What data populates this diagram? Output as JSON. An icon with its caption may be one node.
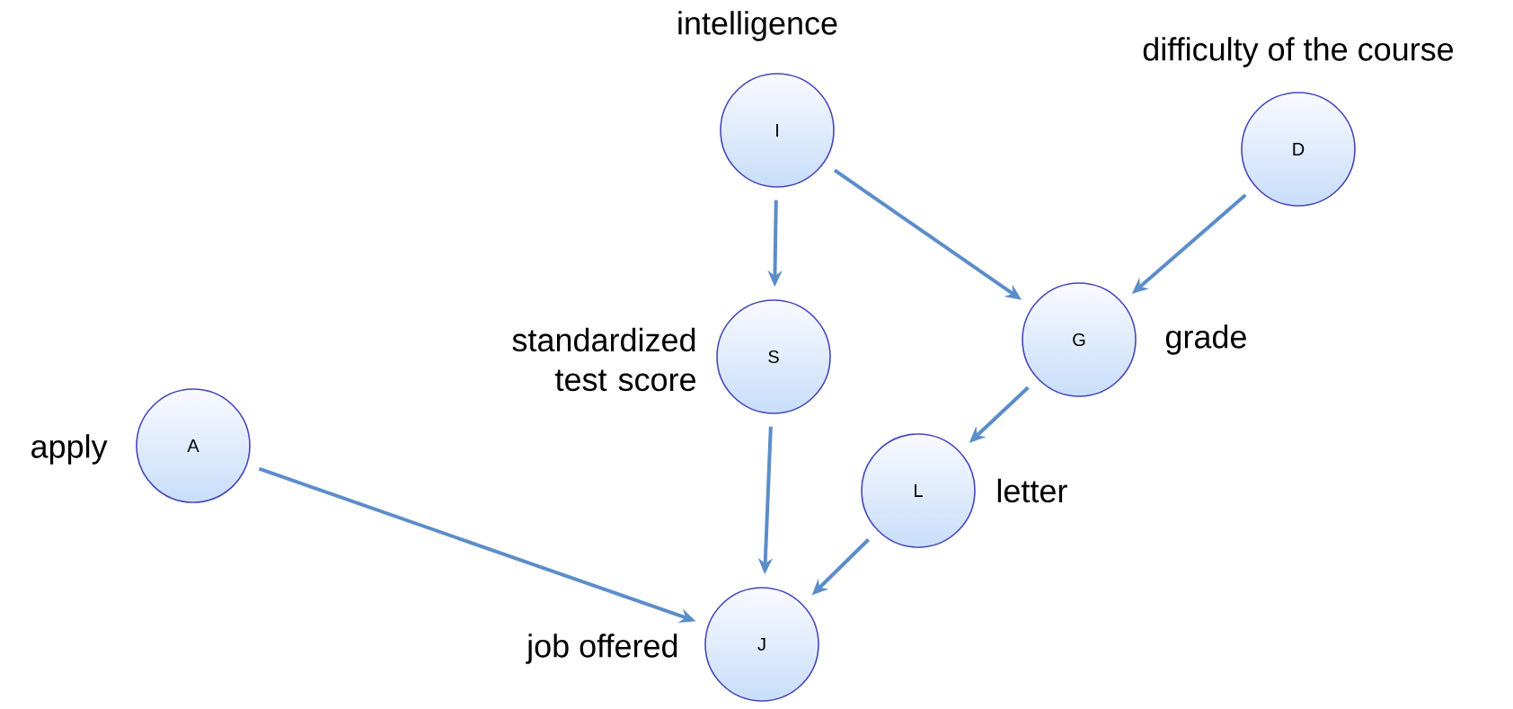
{
  "diagram": {
    "nodes": [
      {
        "text": [
          "I"
        ],
        "beside": [
          "intelligence"
        ]
      },
      {
        "text": [
          "D"
        ],
        "beside": [
          "difficulty of the course"
        ]
      },
      {
        "text": [
          "S"
        ],
        "beside": [
          "standardized test score"
        ]
      },
      {
        "text": [
          "G"
        ],
        "beside": [
          "grade"
        ]
      },
      {
        "text": [
          "A"
        ],
        "beside": [
          "apply"
        ]
      },
      {
        "text": [
          "L"
        ],
        "beside": [
          "letter"
        ]
      },
      {
        "text": [
          "J"
        ],
        "beside": [
          "job offered"
        ]
      }
    ],
    "edges": [
      {
        "from": 0,
        "to": 2,
        "arrow": "to"
      },
      {
        "from": 0,
        "to": 3,
        "arrow": "to"
      },
      {
        "from": 1,
        "to": 3,
        "arrow": "to"
      },
      {
        "from": 2,
        "to": 6,
        "arrow": "to"
      },
      {
        "from": 3,
        "to": 5,
        "arrow": "to"
      },
      {
        "from": 4,
        "to": 6,
        "arrow": "to"
      },
      {
        "from": 5,
        "to": 6,
        "arrow": "to"
      }
    ]
  }
}
